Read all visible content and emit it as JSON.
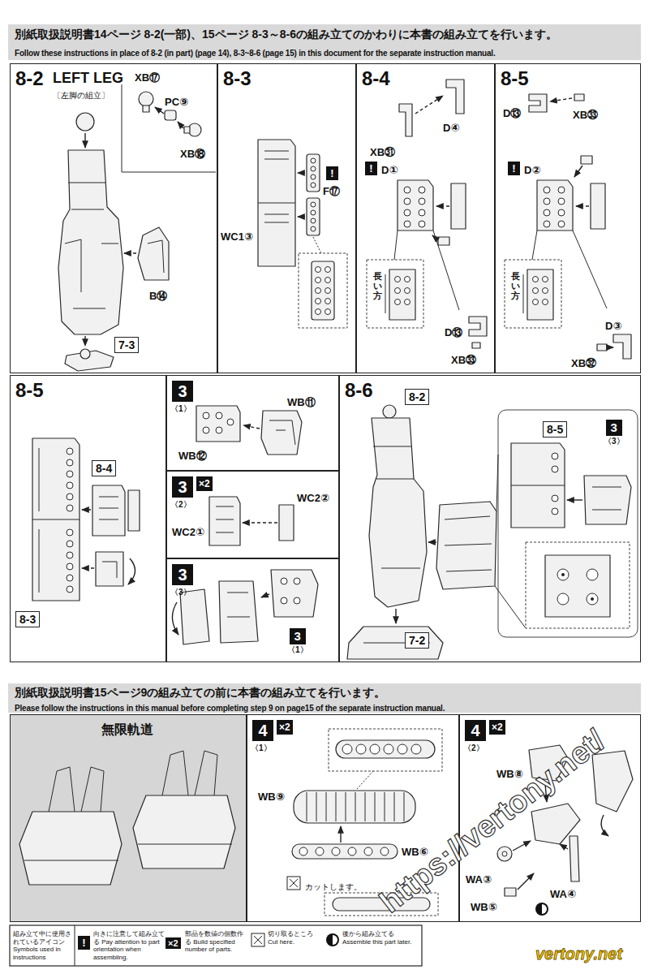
{
  "diagram": {
    "nodes": [
      {
        "text": [
          "別紙取扱説明書14ページ 8-2(一部)、15ページ 8-3～8-6の組み立てのかわりに本書の組み立てを行います。",
          "Follow these instructions in place of 8-2 (in part) (page 14), 8-3~8-6 (page 15) in this document for the separate instruction manual."
        ]
      },
      {
        "text": [
          "8-2",
          "LEFT LEG",
          "〔左脚の組立〕"
        ]
      },
      {
        "text": [
          "7-3"
        ],
        "in": 1
      },
      {
        "text": [
          "8-3"
        ]
      },
      {
        "text": [
          "8-4"
        ]
      },
      {
        "text": [
          "8-5"
        ]
      },
      {
        "text": [
          "8-5"
        ]
      },
      {
        "text": [
          "8-4"
        ],
        "in": 6
      },
      {
        "text": [
          "8-3"
        ],
        "in": 6
      },
      {
        "text": [
          "3",
          "〈1〉"
        ]
      },
      {
        "text": [
          "3",
          "〈2〉",
          "×2"
        ]
      },
      {
        "text": [
          "3",
          "〈3〉"
        ]
      },
      {
        "text": [
          "3",
          "〈1〉"
        ],
        "in": 11
      },
      {
        "text": [
          "8-6"
        ]
      },
      {
        "text": [
          "8-2"
        ],
        "in": 13
      },
      {
        "text": [
          "7-2"
        ],
        "in": 13
      },
      {
        "text": [
          "8-5"
        ],
        "in": 13
      },
      {
        "text": [
          "3",
          "〈3〉"
        ],
        "in": 13
      },
      {
        "text": [
          "別紙取扱説明書15ページ9の組み立ての前に本書の組み立てを行います。",
          "Please follow the instructions in this manual before completing step 9 on page15 of the separate instruction manual."
        ]
      },
      {
        "text": [
          "無限軌道"
        ]
      },
      {
        "text": [
          "4",
          "〈1〉",
          "×2"
        ]
      },
      {
        "text": [
          "4",
          "〈2〉",
          "×2"
        ]
      }
    ],
    "labels": [
      "XB⑰",
      "PC⑨",
      "XB⑱",
      "B⑭",
      "!",
      "F⑰",
      "WC1③",
      "XB㉛",
      "D④",
      "!",
      "D①",
      "長い方",
      "D⑬",
      "XB㉝",
      "D⑬",
      "XB㉝",
      "!",
      "D②",
      "長い方",
      "D③",
      "XB㉜",
      "WB⑪",
      "WB⑫",
      "WC2②",
      "WC2①",
      "WB⑨",
      "WB⑥",
      "WB⑧",
      "WA③",
      "WB⑤",
      "WA④",
      "カットします。",
      "組み立て中に使用されているアイコン Symbols used in instructions",
      "!",
      "×2",
      "https://vertony.net/",
      "vertony.net"
    ],
    "legend": [
      {
        "text": "向きに注意して組み立てる Pay attention to part orientation when assembling."
      },
      {
        "text": "部品を数値の個数作る Build specified number of parts."
      },
      {
        "text": "切り取るところ Cut here."
      },
      {
        "text": "後から組み立てる Assemble this part later."
      }
    ]
  }
}
